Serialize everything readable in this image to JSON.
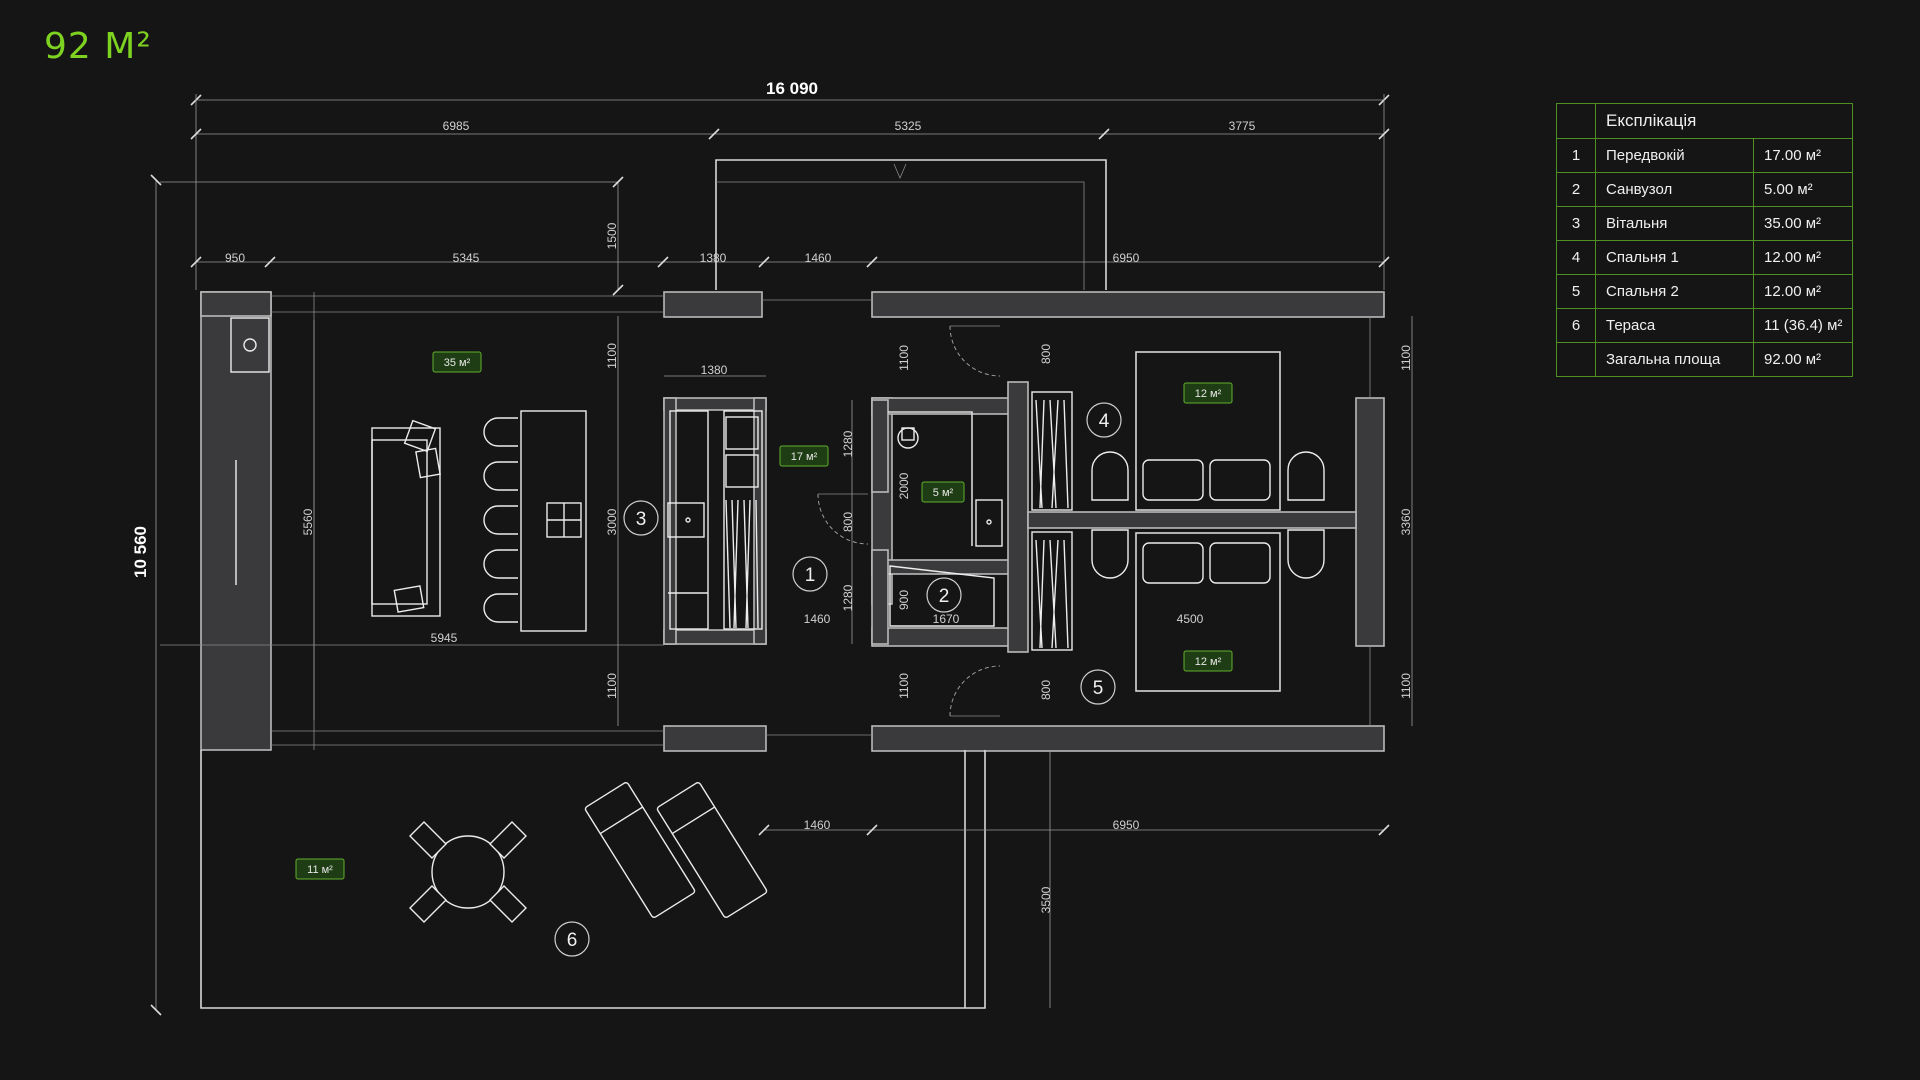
{
  "area_title": "92 M²",
  "legend": {
    "title": "Експлікація",
    "rows": [
      {
        "num": "1",
        "name": "Передвокій",
        "area": "17.00 м²"
      },
      {
        "num": "2",
        "name": "Санвузол",
        "area": "5.00 м²"
      },
      {
        "num": "3",
        "name": "Вітальня",
        "area": "35.00 м²"
      },
      {
        "num": "4",
        "name": "Спальня 1",
        "area": "12.00 м²"
      },
      {
        "num": "5",
        "name": "Спальня 2",
        "area": "12.00 м²"
      },
      {
        "num": "6",
        "name": "Тераса",
        "area": "11 (36.4) м²"
      },
      {
        "num": "",
        "name": "Загальна площа",
        "area": "92.00 м²"
      }
    ]
  },
  "dimensions": {
    "overall_width": "16 090",
    "overall_height": "10 560",
    "top_row1": [
      "6985",
      "5325",
      "3775"
    ],
    "top_row2": [
      "950",
      "5345",
      "1380",
      "1460",
      "6950"
    ],
    "porch_depth": "1500",
    "inner": [
      "1380",
      "5560",
      "5945",
      "3000",
      "1100",
      "1100",
      "1280",
      "800",
      "1280",
      "1460",
      "2000",
      "900",
      "1670",
      "1100",
      "1100",
      "800",
      "800",
      "4500",
      "1100",
      "3360",
      "1100"
    ],
    "bottom": [
      "1460",
      "6950",
      "3500"
    ]
  },
  "room_numbers": [
    "1",
    "2",
    "3",
    "4",
    "5",
    "6"
  ],
  "area_tags": [
    "35 м²",
    "17 м²",
    "5 м²",
    "12 м²",
    "12 м²",
    "11 м²"
  ],
  "colors": {
    "accent": "#7ed321",
    "background": "#151516",
    "wall_fill": "#3a3a3c"
  }
}
